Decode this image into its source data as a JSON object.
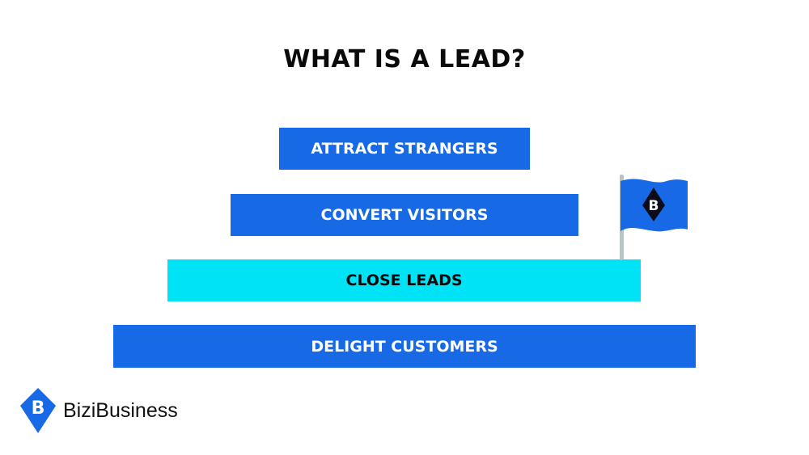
{
  "title": "WHAT IS A LEAD?",
  "steps": [
    {
      "label": "ATTRACT STRANGERS"
    },
    {
      "label": "CONVERT VISITORS"
    },
    {
      "label": "CLOSE LEADS",
      "highlighted": true
    },
    {
      "label": "DELIGHT CUSTOMERS"
    }
  ],
  "flag": {
    "letter": "B"
  },
  "brand": {
    "name": "BiziBusiness",
    "letter": "B"
  },
  "colors": {
    "blue": "#1769e6",
    "cyan": "#00e2f6"
  }
}
